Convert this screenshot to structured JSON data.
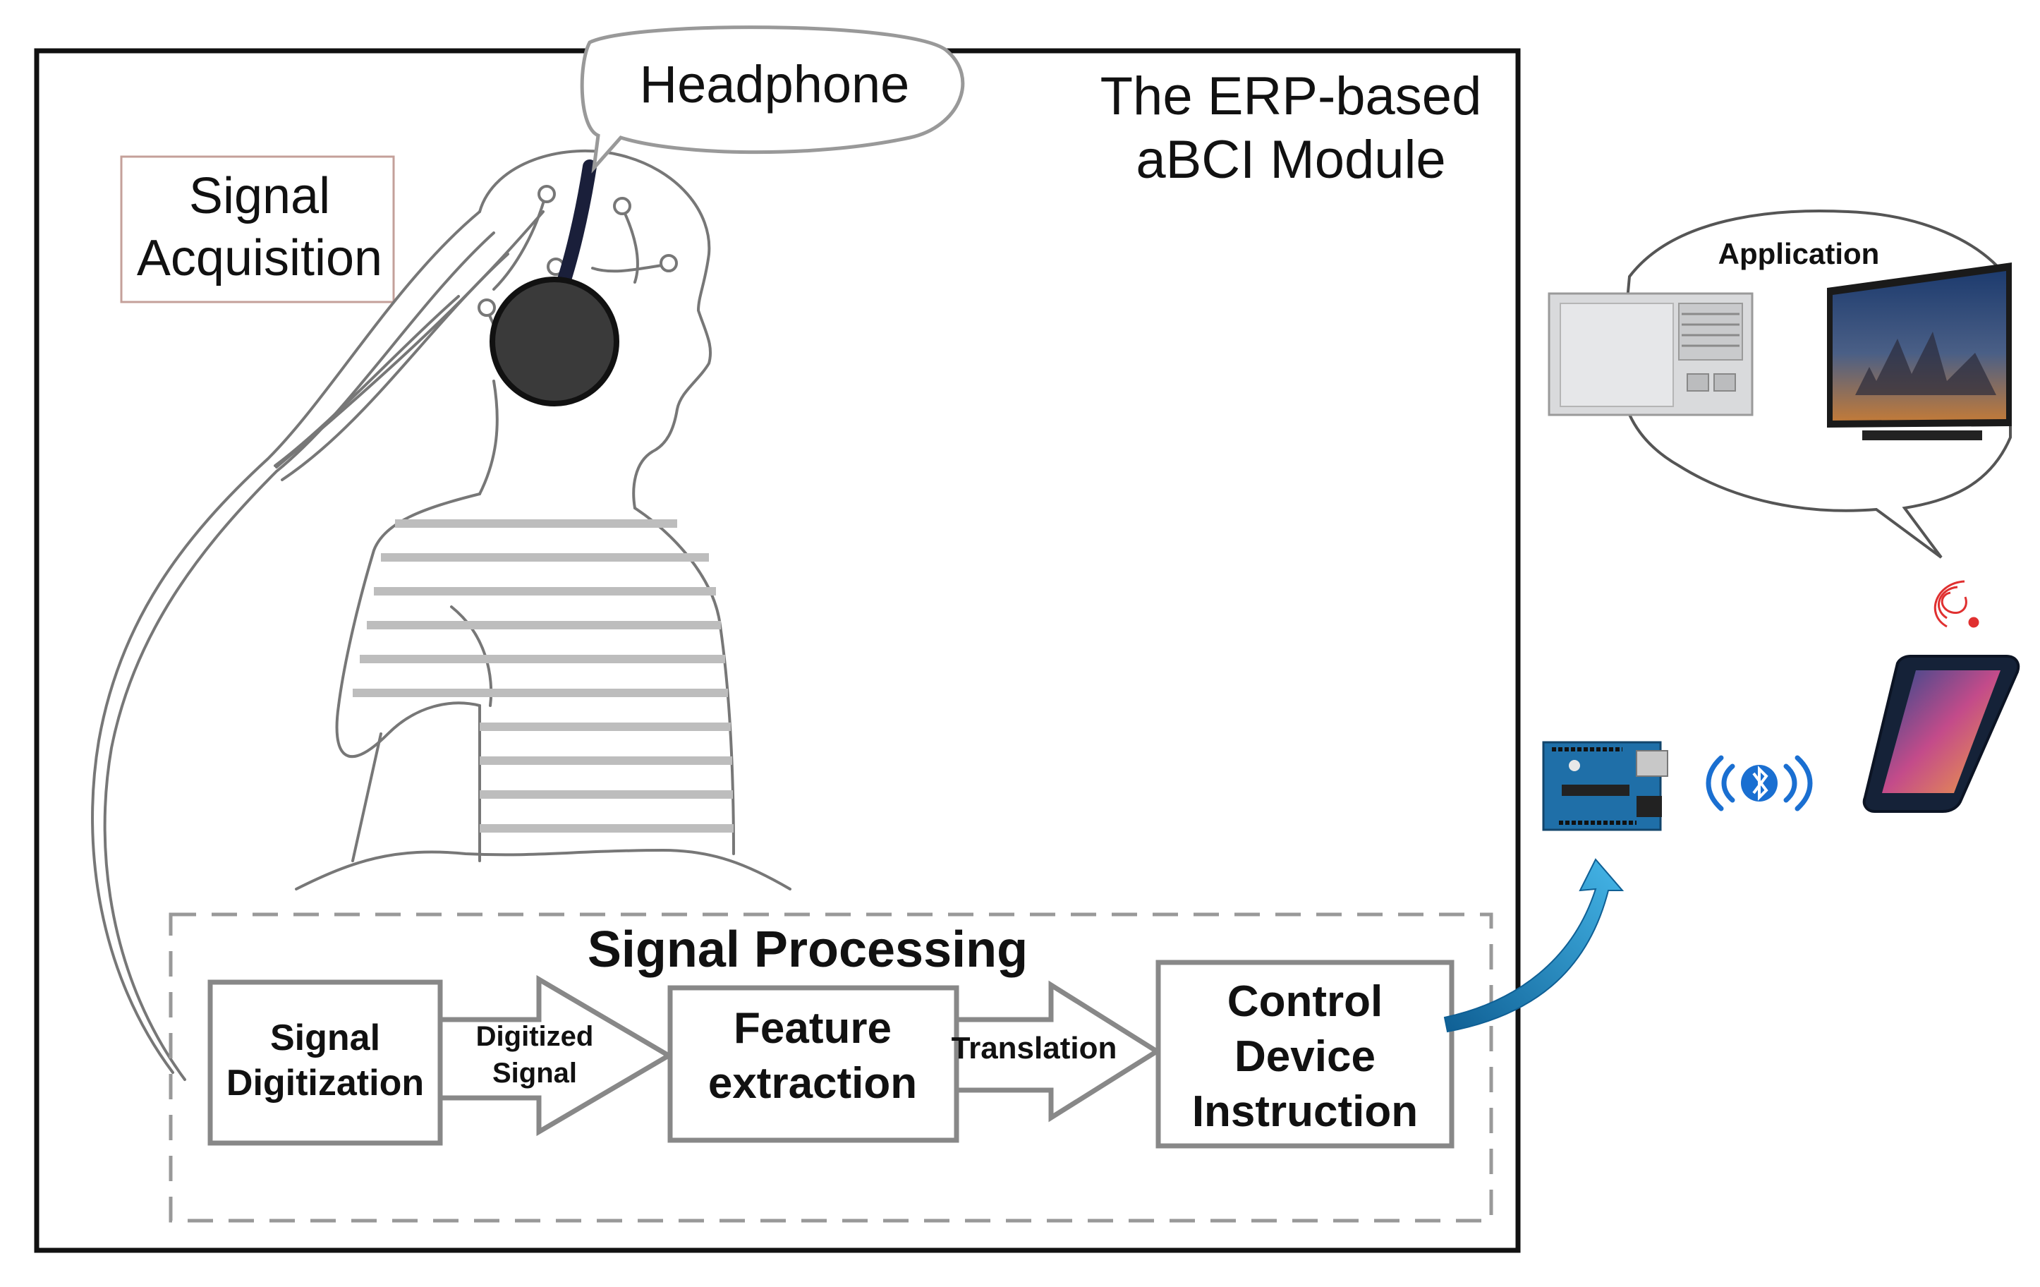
{
  "module_title": [
    "The ERP-based",
    "aBCI Module"
  ],
  "headphone_label": "Headphone",
  "signal_acquisition_label": [
    "Signal",
    "Acquisition"
  ],
  "signal_processing_title": "Signal Processing",
  "blocks": {
    "digitization": [
      "Signal",
      "Digitization"
    ],
    "feature_extraction": [
      "Feature",
      "extraction"
    ],
    "control_instruction": [
      "Control",
      "Device",
      "Instruction"
    ]
  },
  "arrows": {
    "digitized_signal": [
      "Digitized",
      "Signal"
    ],
    "translation": "Translation"
  },
  "application_label": "Application",
  "colors": {
    "frame": "#111111",
    "block_border": "#888888",
    "dashed_border": "#999999",
    "headphone_fill": "#3a3a3a",
    "curved_arrow": "#1e8fc4",
    "bluetooth": "#1a6fd1",
    "wifi_signal": "#e03030",
    "arduino_board": "#1f6fa8"
  },
  "icons": [
    "headphone-icon",
    "air-conditioner-icon",
    "television-icon",
    "smartphone-icon",
    "arduino-board-icon",
    "bluetooth-icon",
    "wireless-signal-icon",
    "curved-arrow-icon"
  ]
}
